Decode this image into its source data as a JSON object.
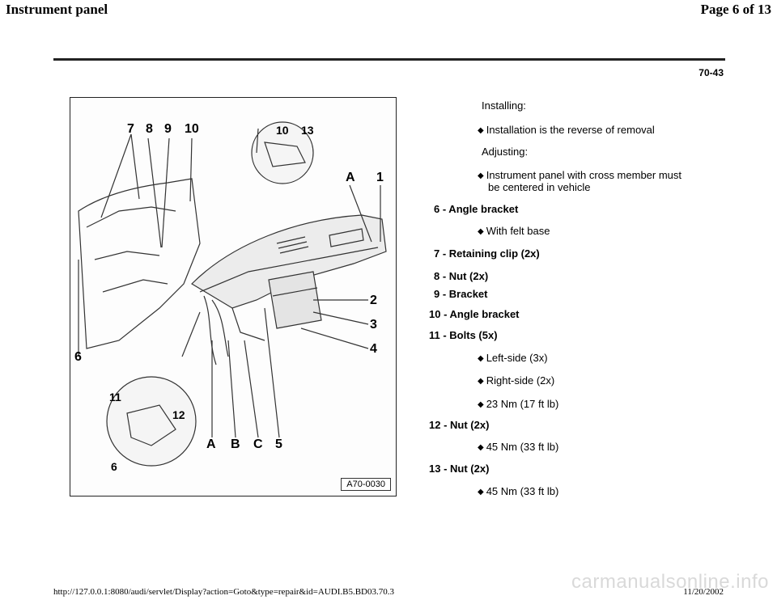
{
  "header": {
    "title": "Instrument panel",
    "page_indicator": "Page 6 of 13"
  },
  "page_number": "70-43",
  "figure": {
    "id": "A70-0030",
    "callouts": [
      "7",
      "8",
      "9",
      "10",
      "10",
      "13",
      "A",
      "1",
      "2",
      "3",
      "4",
      "6",
      "11",
      "12",
      "6",
      "A",
      "B",
      "C",
      "5"
    ]
  },
  "text": {
    "installing_label": "Installing:",
    "installing_item": "Installation is the reverse of removal",
    "adjusting_label": "Adjusting:",
    "adjusting_item_line1": "Instrument panel with cross member must",
    "adjusting_item_line2": "be centered in vehicle",
    "item6_title": "6 - Angle bracket",
    "item6_note": "With felt base",
    "item7_title": "7 - Retaining clip (2x)",
    "item8_title": "8 - Nut (2x)",
    "item9_title": "9 - Bracket",
    "item10_title": "10 - Angle bracket",
    "item11_title": "11 - Bolts (5x)",
    "item11_note1": "Left-side (3x)",
    "item11_note2": "Right-side (2x)",
    "item11_note3": "23 Nm (17 ft lb)",
    "item12_title": "12 - Nut (2x)",
    "item12_note": "45 Nm (33 ft lb)",
    "item13_title": "13 - Nut (2x)",
    "item13_note": "45 Nm (33 ft lb)"
  },
  "footer": {
    "url": "http://127.0.0.1:8080/audi/servlet/Display?action=Goto&type=repair&id=AUDI.B5.BD03.70.3",
    "date": "11/20/2002",
    "watermark": "carmanualsonline.info"
  },
  "bullet_glyph": "◆"
}
